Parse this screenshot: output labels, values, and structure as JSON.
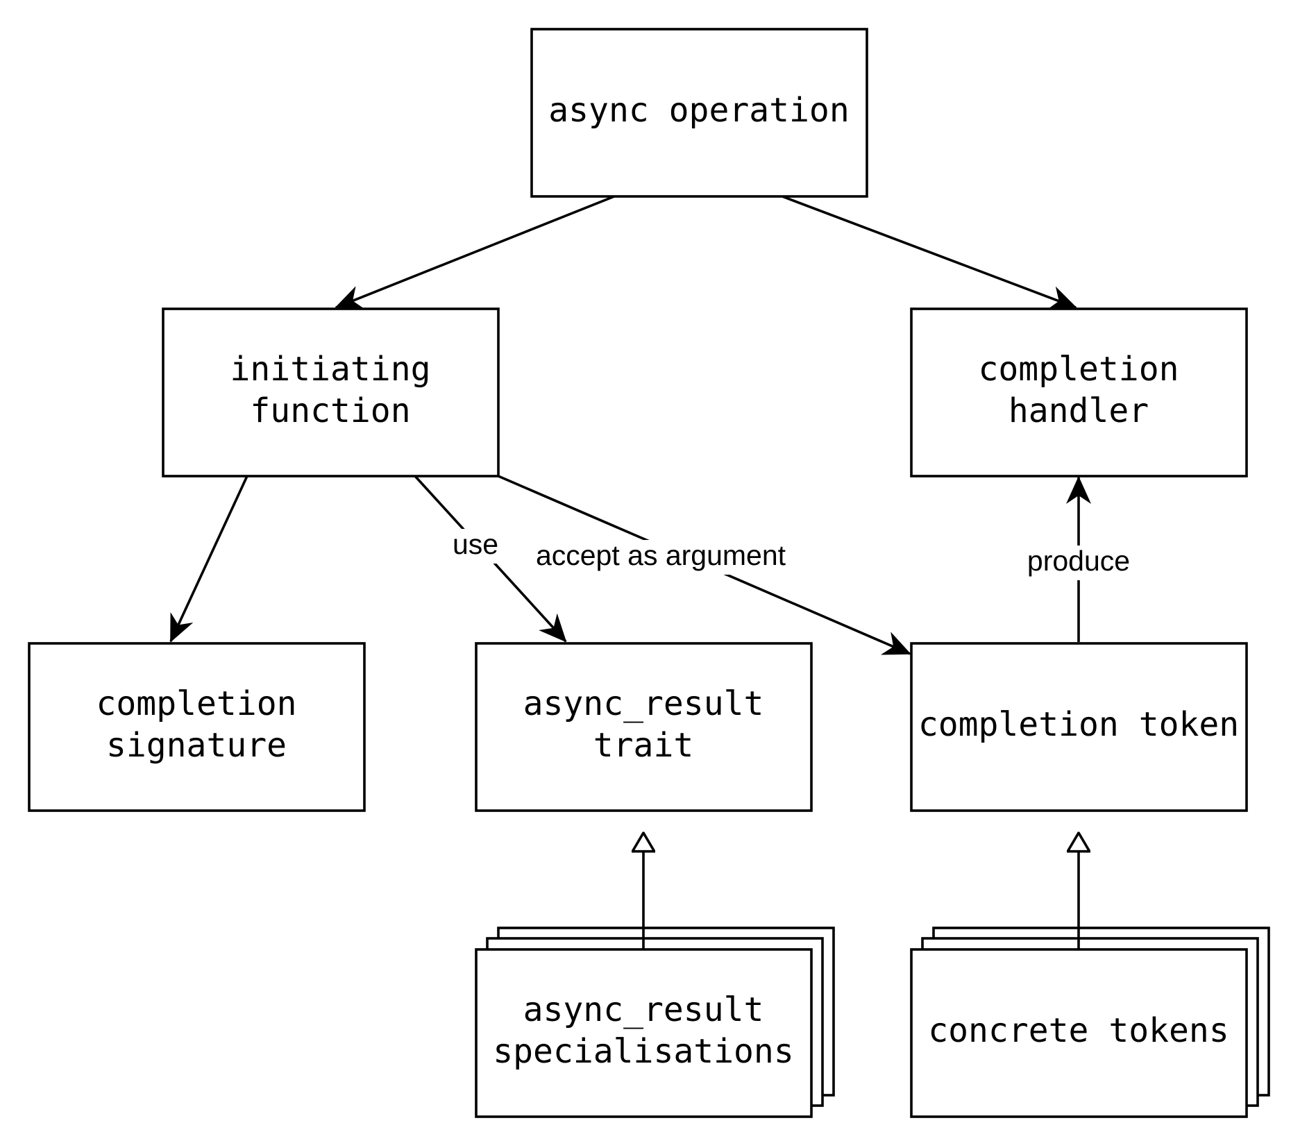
{
  "nodes": {
    "async_operation": {
      "label": "async operation"
    },
    "initiating_function": {
      "line1": "initiating",
      "line2": "function"
    },
    "completion_handler": {
      "line1": "completion",
      "line2": "handler"
    },
    "completion_signature": {
      "line1": "completion",
      "line2": "signature"
    },
    "async_result_trait": {
      "line1": "async_result",
      "line2": "trait"
    },
    "completion_token": {
      "label": "completion token"
    },
    "async_result_specialisations": {
      "line1": "async_result",
      "line2": "specialisations"
    },
    "concrete_tokens": {
      "label": "concrete tokens"
    }
  },
  "edges": {
    "use": "use",
    "accept_as_argument": "accept as argument",
    "produce": "produce"
  },
  "colors": {
    "stroke": "#000000",
    "background": "#ffffff"
  }
}
